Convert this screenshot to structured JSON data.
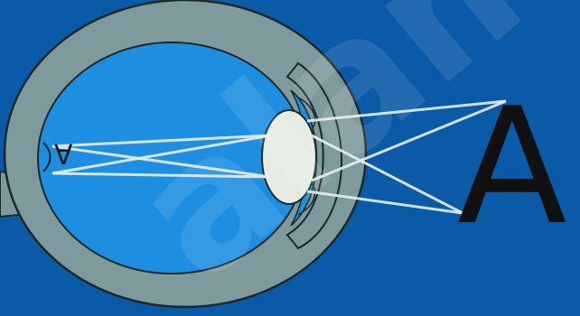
{
  "diagram": {
    "object_letter": "A",
    "retina_image_letter": "A",
    "watermark": "alamy"
  },
  "colors": {
    "background": "#0b5aa8",
    "sclera": "#7f9a9c",
    "vitreous": "#1e8fe0",
    "lens": "#e6ebe3",
    "rays": "#e8eef2",
    "outline": "#1a2a2c"
  }
}
